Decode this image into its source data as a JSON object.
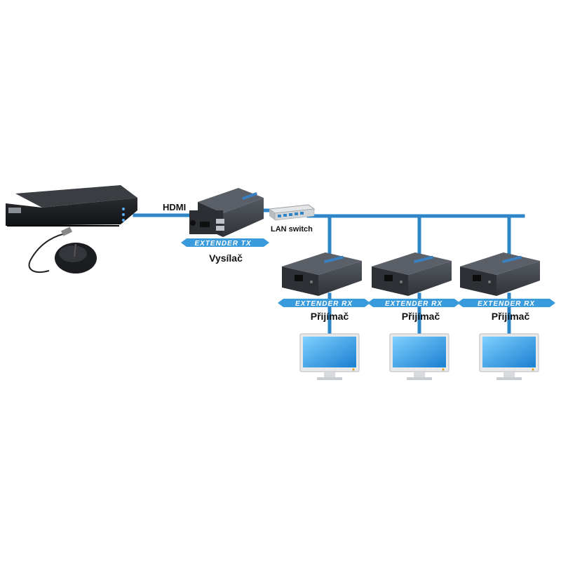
{
  "labels": {
    "hdmi": "HDMI",
    "lan_switch": "LAN switch",
    "transmitter_banner": "EXTENDER TX",
    "transmitter": "Vysílač",
    "receivers": [
      {
        "banner": "EXTENDER RX",
        "label": "Přijímač"
      },
      {
        "banner": "EXTENDER RX",
        "label": "Přijímač"
      },
      {
        "banner": "EXTENDER RX",
        "label": "Přijímač"
      }
    ]
  },
  "colors": {
    "cable": "#2e86c8",
    "banner": "#3a9bdc",
    "device_body": "#3c3f45",
    "device_top": "#4a4e55",
    "screen": "#2f9be3",
    "monitor_frame": "#e8e9eb"
  },
  "icons": {
    "dvr": "dvr-recorder-icon",
    "mouse": "usb-mouse-icon",
    "transmitter": "hdmi-extender-tx-icon",
    "switch": "lan-switch-icon",
    "receiver": "hdmi-extender-rx-icon",
    "monitor": "monitor-icon"
  }
}
